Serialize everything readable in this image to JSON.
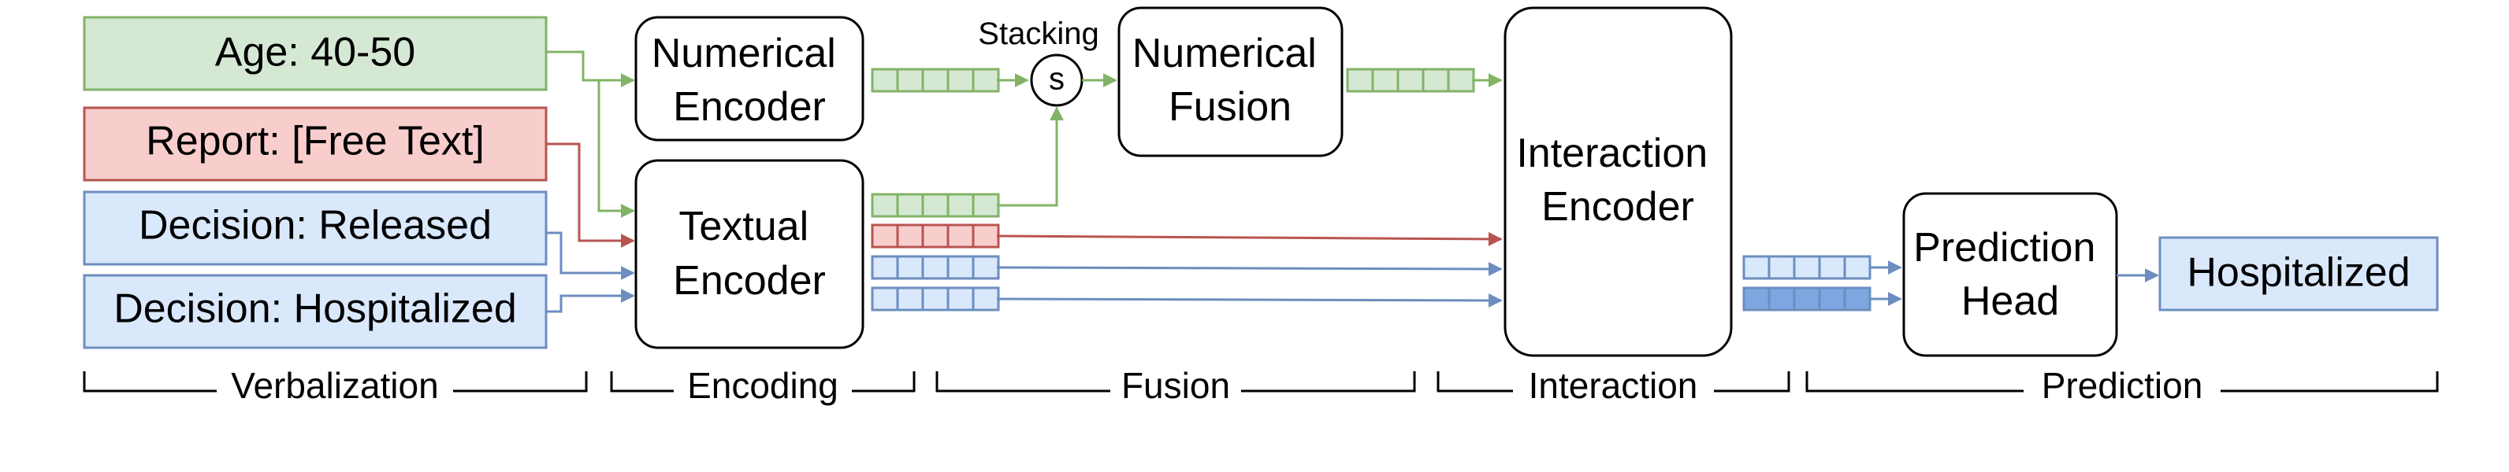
{
  "inputs": {
    "age": "Age: 40-50",
    "report": "Report: [Free Text]",
    "decision_released": "Decision: Released",
    "decision_hospitalized": "Decision: Hospitalized"
  },
  "blocks": {
    "numerical_encoder": [
      "Numerical",
      "Encoder"
    ],
    "textual_encoder": [
      "Textual",
      "Encoder"
    ],
    "numerical_fusion": [
      "Numerical",
      "Fusion"
    ],
    "interaction_encoder": [
      "Interaction",
      "Encoder"
    ],
    "prediction_head": [
      "Prediction",
      "Head"
    ]
  },
  "stacking": {
    "label": "Stacking",
    "symbol": "s"
  },
  "output": "Hospitalized",
  "stages": [
    "Verbalization",
    "Encoding",
    "Fusion",
    "Interaction",
    "Prediction"
  ],
  "colors": {
    "green_fill": "#d5e8d4",
    "green_stroke": "#82b366",
    "red_fill": "#f8cecc",
    "red_stroke": "#b85450",
    "blue_fill": "#dae8fc",
    "blue_stroke": "#6c8ebf",
    "blue_dark_fill": "#7ea6e0"
  }
}
